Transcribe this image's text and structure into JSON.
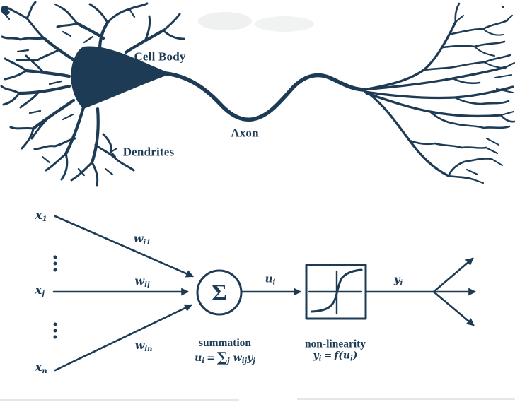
{
  "ink": "#1d3b54",
  "neuron": {
    "cell_body_label": "Cell Body",
    "axon_label": "Axon",
    "dendrites_label": "Dendrites"
  },
  "model": {
    "inputs": [
      {
        "base": "x",
        "sub": "1"
      },
      {
        "base": "x",
        "sub": "j"
      },
      {
        "base": "x",
        "sub": "n"
      }
    ],
    "weights": [
      {
        "base": "w",
        "sub": "i1"
      },
      {
        "base": "w",
        "sub": "ij"
      },
      {
        "base": "w",
        "sub": "in"
      }
    ],
    "sum_symbol": "Σ",
    "u_label": {
      "base": "u",
      "sub": "i"
    },
    "y_label": {
      "base": "y",
      "sub": "i"
    },
    "summation": {
      "title": "summation",
      "formula": {
        "lhs": {
          "base": "u",
          "sub": "i"
        },
        "equals": "=",
        "sum": "∑",
        "sum_sub": "j",
        "w": {
          "base": "w",
          "sub": "ij"
        },
        "y": {
          "base": "y",
          "sub": "j"
        }
      }
    },
    "nonlinearity": {
      "title": "non-linearity",
      "formula": {
        "lhs": {
          "base": "y",
          "sub": "i"
        },
        "equals": "=",
        "func": "f",
        "open": "(",
        "arg": {
          "base": "u",
          "sub": "i"
        },
        "close": ")"
      }
    }
  }
}
